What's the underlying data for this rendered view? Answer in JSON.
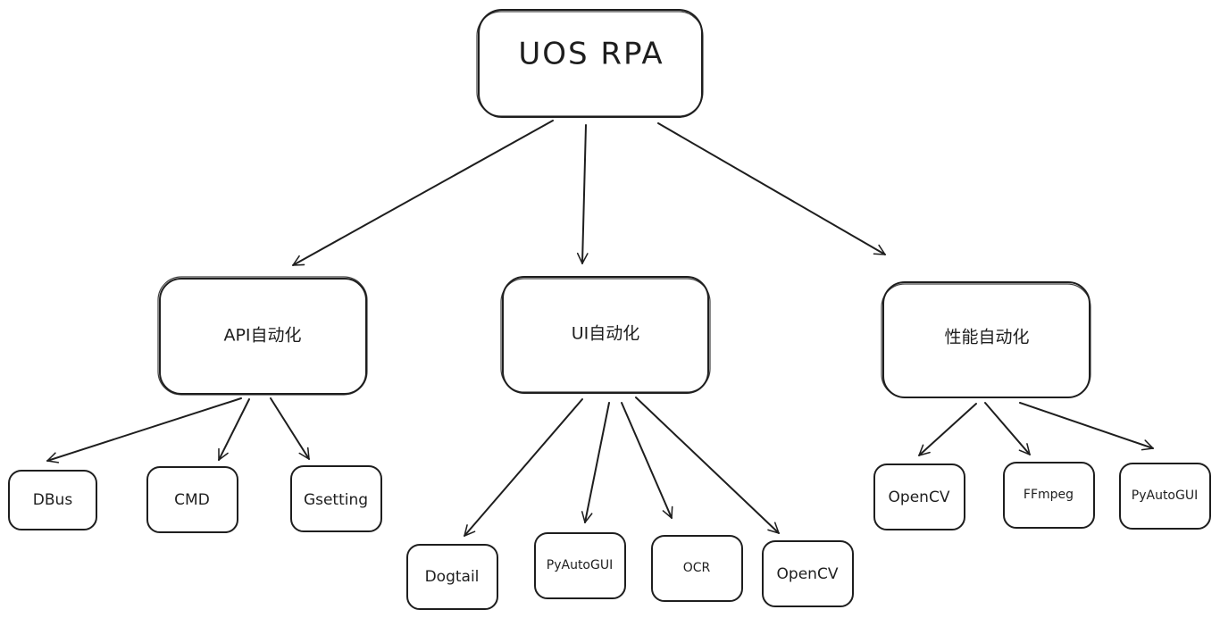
{
  "diagram": {
    "title": "UOS RPA",
    "nodes": [
      {
        "id": "root",
        "label": "UOS RPA",
        "level": 0
      },
      {
        "id": "api",
        "label": "API自动化",
        "level": 1,
        "parent": "root"
      },
      {
        "id": "ui",
        "label": "UI自动化",
        "level": 1,
        "parent": "root"
      },
      {
        "id": "perf",
        "label": "性能自动化",
        "level": 1,
        "parent": "root"
      },
      {
        "id": "dbus",
        "label": "DBus",
        "level": 2,
        "parent": "api"
      },
      {
        "id": "cmd",
        "label": "CMD",
        "level": 2,
        "parent": "api"
      },
      {
        "id": "gsetting",
        "label": "Gsetting",
        "level": 2,
        "parent": "api"
      },
      {
        "id": "dogtail",
        "label": "Dogtail",
        "level": 2,
        "parent": "ui"
      },
      {
        "id": "pyautogui_ui",
        "label": "PyAutoGUI",
        "level": 2,
        "parent": "ui"
      },
      {
        "id": "ocr",
        "label": "OCR",
        "level": 2,
        "parent": "ui"
      },
      {
        "id": "opencv_ui",
        "label": "OpenCV",
        "level": 2,
        "parent": "ui"
      },
      {
        "id": "opencv_perf",
        "label": "OpenCV",
        "level": 2,
        "parent": "perf"
      },
      {
        "id": "ffmpeg",
        "label": "FFmpeg",
        "level": 2,
        "parent": "perf"
      },
      {
        "id": "pyautogui_perf",
        "label": "PyAutoGUI",
        "level": 2,
        "parent": "perf"
      }
    ],
    "edges": [
      {
        "from": "root",
        "to": "api"
      },
      {
        "from": "root",
        "to": "ui"
      },
      {
        "from": "root",
        "to": "perf"
      },
      {
        "from": "api",
        "to": "dbus"
      },
      {
        "from": "api",
        "to": "cmd"
      },
      {
        "from": "api",
        "to": "gsetting"
      },
      {
        "from": "ui",
        "to": "dogtail"
      },
      {
        "from": "ui",
        "to": "pyautogui_ui"
      },
      {
        "from": "ui",
        "to": "ocr"
      },
      {
        "from": "ui",
        "to": "opencv_ui"
      },
      {
        "from": "perf",
        "to": "opencv_perf"
      },
      {
        "from": "perf",
        "to": "ffmpeg"
      },
      {
        "from": "perf",
        "to": "pyautogui_perf"
      }
    ]
  }
}
